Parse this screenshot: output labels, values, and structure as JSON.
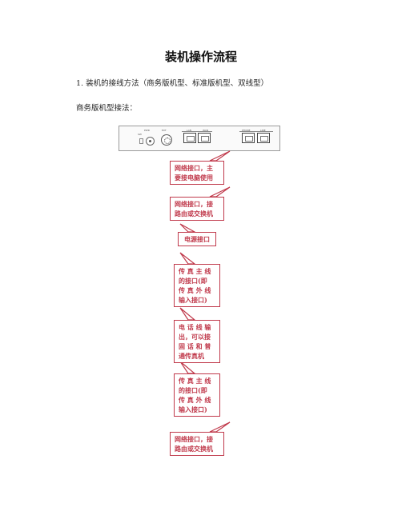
{
  "document": {
    "title": "装机操作流程",
    "line1": "1. 装机的接线方法（商务版机型、标准版机型、双线型）",
    "line2": "商务版机型接法："
  },
  "panel": {
    "labels": [
      "PWR",
      "SW",
      "EXT",
      "LAN",
      "WAN",
      "PHONE",
      "LINE"
    ]
  },
  "callouts": [
    {
      "text": "网络接口，主\n要接电脑使用"
    },
    {
      "text": "网络接口，接\n路由或交换机"
    },
    {
      "text": "电源接口"
    },
    {
      "text": "传 真 主 线\n的接口(即\n传 真 外 线\n输入接口)"
    },
    {
      "text": "电 话 线 输\n出，可以接\n固 话 和 普\n通传真机"
    },
    {
      "text": "传 真 主 线\n的接口(即\n传 真 外 线\n输入接口)"
    },
    {
      "text": "网络接口，接\n路由或交换机"
    }
  ]
}
